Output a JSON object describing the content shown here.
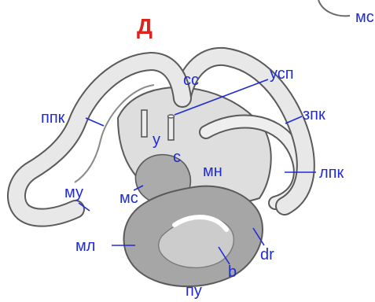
{
  "title": "Д",
  "corner_fragment": "мс",
  "labels": {
    "ss": "сс",
    "usp": "усп",
    "ppk": "ппк",
    "zpk": "зпк",
    "u": "у",
    "s": "с",
    "mn": "мн",
    "lpk": "лпк",
    "mu": "му",
    "ms": "мс",
    "ml": "мл",
    "dr": "dr",
    "b": "b",
    "pu": "пу"
  },
  "colors": {
    "label": "#1f2bd6",
    "title": "#d8261f",
    "outline": "#5a5a5a",
    "fill_light": "#e6e6e6",
    "fill_dark": "#a9a9a9"
  }
}
